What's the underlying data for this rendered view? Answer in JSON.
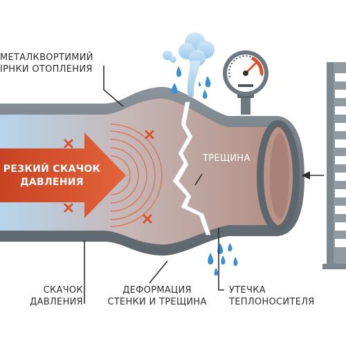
{
  "labels": {
    "top_line1": "МЕТАЛКВОРТИМИЙ",
    "top_line2": "ІРНКИ ОТОПЛЕНИЯ",
    "surge_line1": "РЕЗКИЙ СКАЧОК",
    "surge_line2": "ДАВЛЕНИЯ",
    "crack": "ТРЕЩИНА",
    "jump_line1": "СКАЧОК",
    "jump_line2": "ДАВЛЕНИЯ",
    "deform_line1": "ДЕФОРМАЦИЯ",
    "deform_line2": "СТЕНКИ И ТРЕЩИНА",
    "leak_line1": "УТЕЧКА",
    "leak_line2": "ТЕПЛОНОСИТЕЛЯ"
  },
  "colors": {
    "pipe_shell": "#6f7880",
    "pipe_inner_cold": "#bcd7ea",
    "pipe_inner_warm": "#b89488",
    "arrow": "#d9502b",
    "marker": "#d9502b",
    "water": "#3a8fd0",
    "steam": "#a9d3ef",
    "radiator": "#8f9aa3",
    "text": "#2c2c2c"
  },
  "icons": [
    "pressure-gauge-icon",
    "steam-cloud-icon",
    "water-drop-icon",
    "cross-marker-icon",
    "radiator-icon"
  ]
}
